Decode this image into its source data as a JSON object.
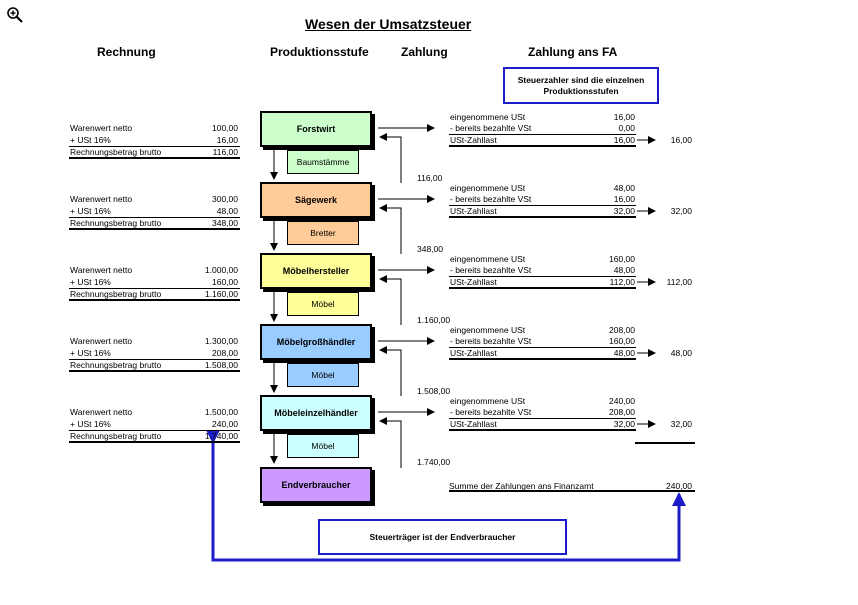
{
  "title": "Wesen der Umsatzsteuer",
  "headers": {
    "rechnung": "Rechnung",
    "produktionsstufe": "Produktionsstufe",
    "zahlung": "Zahlung",
    "zahlung_fa": "Zahlung ans FA"
  },
  "note_top": "Steuerzahler sind die einzelnen Produktionsstufen",
  "note_bottom": "Steuerträger ist der Endverbraucher",
  "stages": [
    {
      "label": "Forstwirt",
      "color": "#ccffcc"
    },
    {
      "label": "Sägewerk",
      "color": "#ffcc99"
    },
    {
      "label": "Möbelhersteller",
      "color": "#ffff99"
    },
    {
      "label": "Möbelgroßhändler",
      "color": "#99ccff"
    },
    {
      "label": "Möbeleinzelhändler",
      "color": "#ccffff"
    },
    {
      "label": "Endverbraucher",
      "color": "#cc99ff"
    }
  ],
  "goods": [
    {
      "label": "Baumstämme",
      "color": "#ccffcc"
    },
    {
      "label": "Bretter",
      "color": "#ffcc99"
    },
    {
      "label": "Möbel",
      "color": "#ffff99"
    },
    {
      "label": "Möbel",
      "color": "#99ccff"
    },
    {
      "label": "Möbel",
      "color": "#ccffff"
    }
  ],
  "invoices": [
    {
      "net_label": "Warenwert netto",
      "net": "100,00",
      "vat_label": "+ USt 16%",
      "vat": "16,00",
      "gross_label": "Rechnungsbetrag brutto",
      "gross": "116,00"
    },
    {
      "net_label": "Warenwert netto",
      "net": "300,00",
      "vat_label": "+ USt 16%",
      "vat": "48,00",
      "gross_label": "Rechnungsbetrag brutto",
      "gross": "348,00"
    },
    {
      "net_label": "Warenwert netto",
      "net": "1.000,00",
      "vat_label": "+ USt 16%",
      "vat": "160,00",
      "gross_label": "Rechnungsbetrag brutto",
      "gross": "1.160,00"
    },
    {
      "net_label": "Warenwert netto",
      "net": "1.300,00",
      "vat_label": "+ USt 16%",
      "vat": "208,00",
      "gross_label": "Rechnungsbetrag brutto",
      "gross": "1.508,00"
    },
    {
      "net_label": "Warenwert netto",
      "net": "1.500,00",
      "vat_label": "+ USt 16%",
      "vat": "240,00",
      "gross_label": "Rechnungsbetrag brutto",
      "gross": "1.740,00"
    }
  ],
  "payments": [
    "116,00",
    "348,00",
    "1.160,00",
    "1.508,00",
    "1.740,00"
  ],
  "tax_blocks": [
    {
      "in_label": "eingenommene USt",
      "in": "16,00",
      "pre_label": "- bereits bezahlte VSt",
      "pre": "0,00",
      "due_label": "USt-Zahllast",
      "due": "16,00",
      "fa": "16,00"
    },
    {
      "in_label": "eingenommene USt",
      "in": "48,00",
      "pre_label": "- bereits bezahlte VSt",
      "pre": "16,00",
      "due_label": "USt-Zahllast",
      "due": "32,00",
      "fa": "32,00"
    },
    {
      "in_label": "eingenommene USt",
      "in": "160,00",
      "pre_label": "- bereits bezahlte VSt",
      "pre": "48,00",
      "due_label": "USt-Zahllast",
      "due": "112,00",
      "fa": "112,00"
    },
    {
      "in_label": "eingenommene USt",
      "in": "208,00",
      "pre_label": "- bereits bezahlte VSt",
      "pre": "160,00",
      "due_label": "USt-Zahllast",
      "due": "48,00",
      "fa": "48,00"
    },
    {
      "in_label": "eingenommene USt",
      "in": "240,00",
      "pre_label": "- bereits bezahlte VSt",
      "pre": "208,00",
      "due_label": "USt-Zahllast",
      "due": "32,00",
      "fa": "32,00"
    }
  ],
  "sum": {
    "label": "Summe der Zahlungen ans Finanzamt",
    "value": "240,00"
  },
  "colors": {
    "accent_blue": "#1c1cc8"
  },
  "icons": {
    "corner": "zoom-in-icon"
  }
}
